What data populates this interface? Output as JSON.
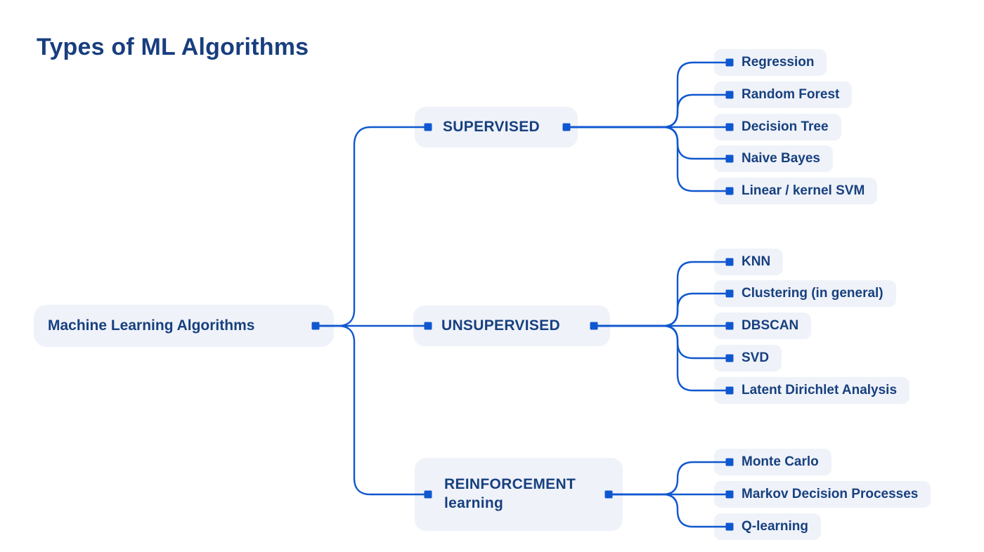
{
  "title": "Types of ML Algorithms",
  "colors": {
    "line": "#0f57d0",
    "node_bg": "#eff2f9",
    "text": "#17407f",
    "title": "#183e7e",
    "background": "#ffffff"
  },
  "mindmap": {
    "root": {
      "label": "Machine Learning Algorithms"
    },
    "branches": [
      {
        "label": "SUPERVISED",
        "children": [
          "Regression",
          "Random Forest",
          "Decision Tree",
          "Naive Bayes",
          "Linear / kernel SVM"
        ]
      },
      {
        "label": "UNSUPERVISED",
        "children": [
          "KNN",
          "Clustering (in general)",
          "DBSCAN",
          "SVD",
          "Latent Dirichlet Analysis"
        ]
      },
      {
        "label_lines": [
          "REINFORCEMENT",
          "learning"
        ],
        "children": [
          "Monte Carlo",
          "Markov Decision Processes",
          "Q-learning"
        ]
      }
    ]
  }
}
